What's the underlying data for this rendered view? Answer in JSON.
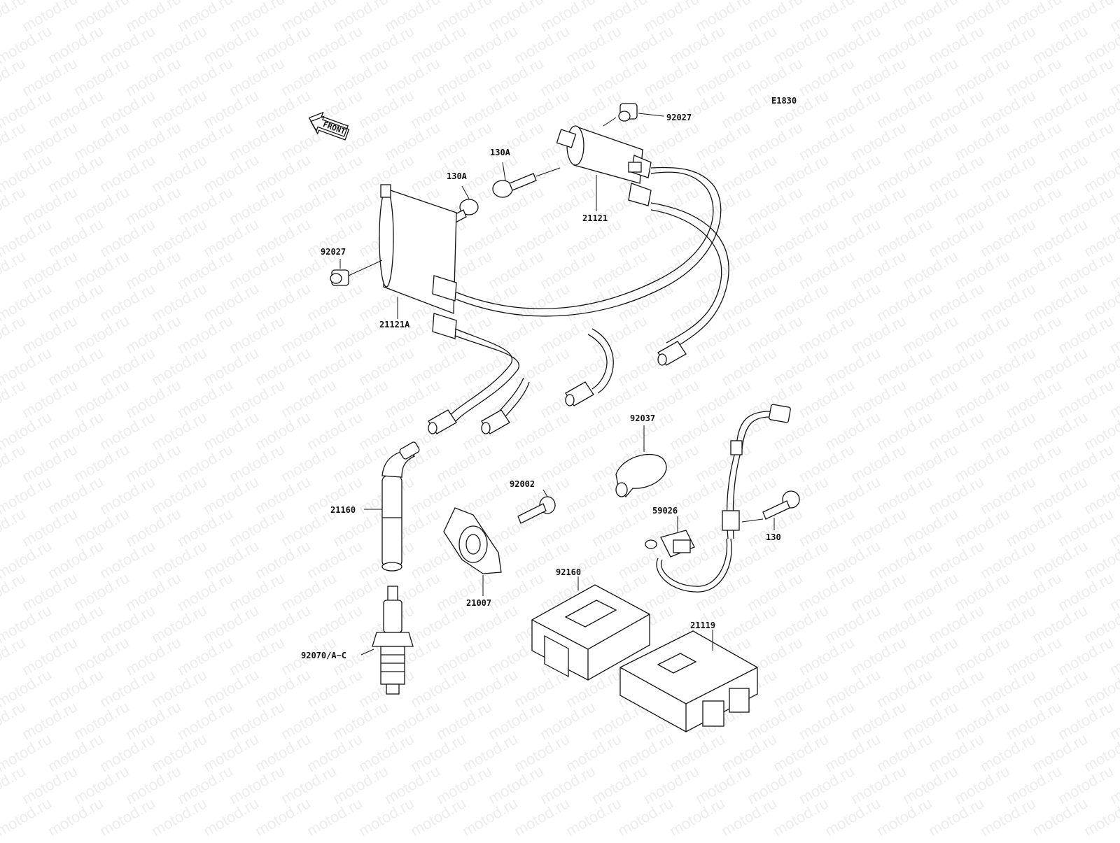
{
  "diagram": {
    "code": "E1830",
    "front_label": "FRONT",
    "watermark_text": "motod.ru",
    "callouts": {
      "p92027_top": "92027",
      "p130A_top": "130A",
      "p130A_mid": "130A",
      "p21121": "21121",
      "p92027_left": "92027",
      "p21121A": "21121A",
      "p92037": "92037",
      "p92002": "92002",
      "p21160": "21160",
      "p59026": "59026",
      "p130": "130",
      "p21007": "21007",
      "p92160": "92160",
      "p21119": "21119",
      "p92070": "92070/A~C"
    }
  }
}
